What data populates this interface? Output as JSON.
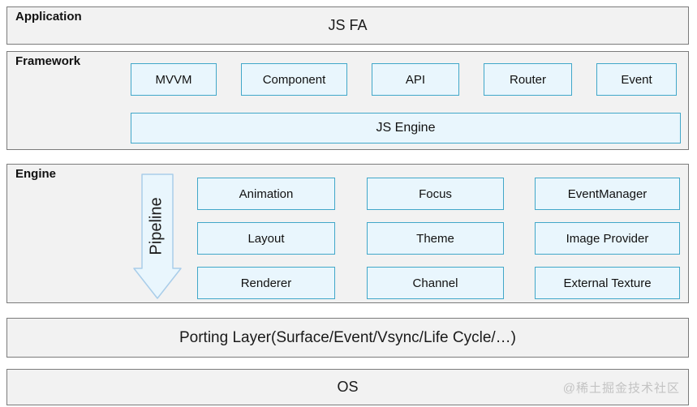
{
  "colors": {
    "layer_bg": "#f2f2f2",
    "layer_border": "#7b7b7b",
    "box_bg": "#e9f6fd",
    "box_border": "#41a7c9",
    "arrow_fill": "#e9f6fd",
    "arrow_border": "#a9cde9",
    "text": "#1a1a1a",
    "watermark": "#c3c3c3"
  },
  "layers": {
    "application": {
      "label": "Application",
      "content": "JS FA"
    },
    "framework": {
      "label": "Framework",
      "boxes": [
        "MVVM",
        "Component",
        "API",
        "Router",
        "Event"
      ],
      "engine_box": "JS Engine"
    },
    "engine": {
      "label": "Engine",
      "pipeline_label": "Pipeline",
      "columns": [
        [
          "Animation",
          "Layout",
          "Renderer"
        ],
        [
          "Focus",
          "Theme",
          "Channel"
        ],
        [
          "EventManager",
          "Image Provider",
          "External Texture"
        ]
      ]
    },
    "porting": {
      "label": "Porting Layer(Surface/Event/Vsync/Life Cycle/…)"
    },
    "os": {
      "label": "OS",
      "watermark": "@稀土掘金技术社区"
    }
  }
}
